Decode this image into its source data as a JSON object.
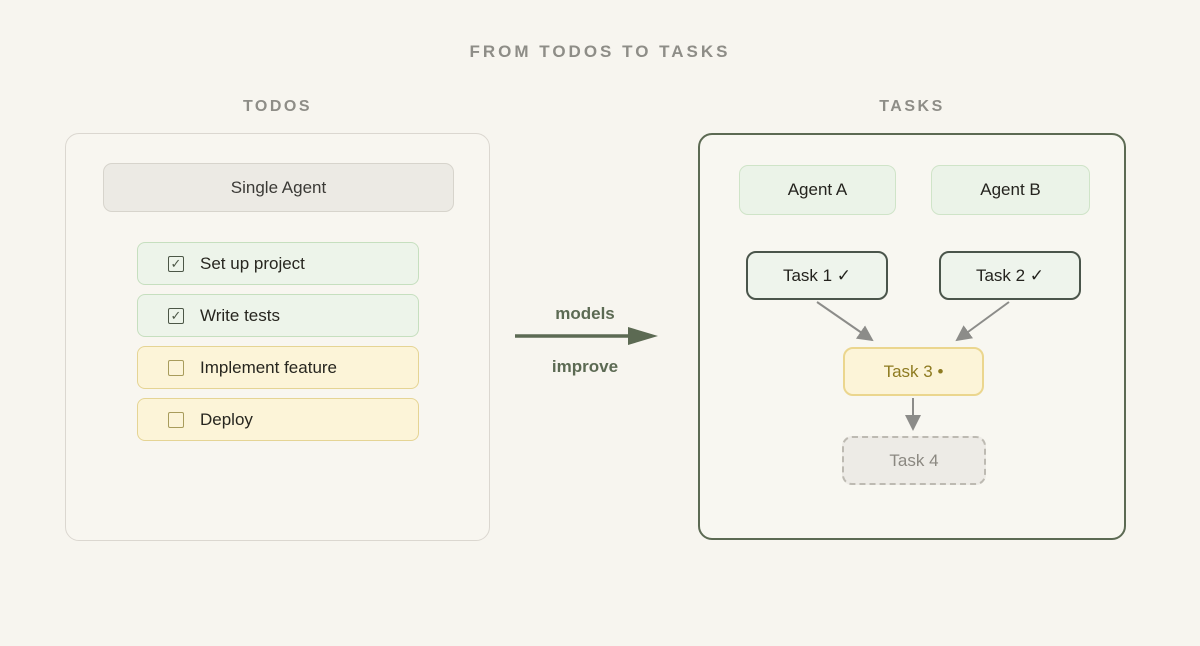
{
  "title": "FROM TODOS TO TASKS",
  "colors": {
    "background": "#f7f5ef",
    "muted_header": "#8e8d87",
    "green_fill": "#edf4ea",
    "green_border": "#c6dfbf",
    "yellow_fill": "#fcf4d8",
    "yellow_border": "#e5d494",
    "gray_fill": "#eceae4",
    "gray_border": "#d7d4cc",
    "dark_green_accent": "#5c6a53",
    "task_done_border": "#4a554b",
    "task_active_text": "#8e7b21",
    "task_queued_text": "#8b8881",
    "arrow_gray": "#8c8c89"
  },
  "todos": {
    "header": "TODOS",
    "agent_box_label": "Single Agent",
    "items": [
      {
        "label": "Set up project",
        "checked": true,
        "glyph": "✓",
        "status": "done"
      },
      {
        "label": "Write tests",
        "checked": true,
        "glyph": "✓",
        "status": "done"
      },
      {
        "label": "Implement feature",
        "checked": false,
        "glyph": "",
        "status": "pending"
      },
      {
        "label": "Deploy",
        "checked": false,
        "glyph": "",
        "status": "pending"
      }
    ]
  },
  "transition": {
    "top_label": "models",
    "bottom_label": "improve"
  },
  "tasks": {
    "header": "TASKS",
    "agents": [
      {
        "label": "Agent A"
      },
      {
        "label": "Agent B"
      }
    ],
    "nodes": [
      {
        "label": "Task 1 ✓",
        "state": "done"
      },
      {
        "label": "Task 2 ✓",
        "state": "done"
      },
      {
        "label": "Task 3 •",
        "state": "in-progress"
      },
      {
        "label": "Task 4",
        "state": "queued"
      }
    ]
  }
}
